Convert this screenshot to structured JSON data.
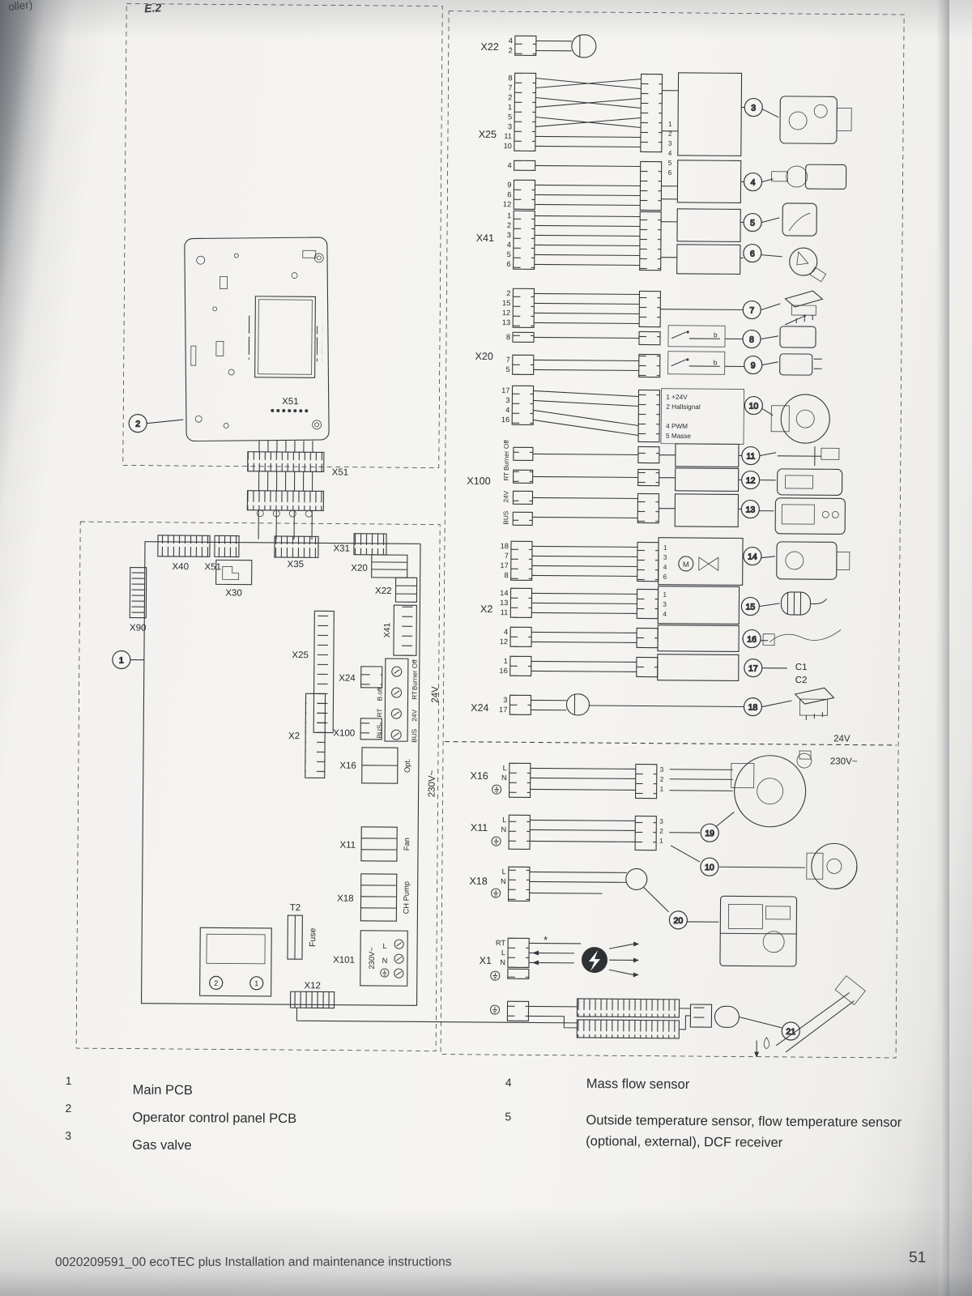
{
  "photo": {
    "prev": "oller)",
    "section": "E.2"
  },
  "footer": {
    "doc": "0020209591_00 ecoTEC plus Installation and maintenance instructions",
    "page": "51"
  },
  "legend": {
    "items": [
      {
        "n": "1",
        "t": "Main PCB"
      },
      {
        "n": "2",
        "t": "Operator control panel PCB"
      },
      {
        "n": "3",
        "t": "Gas valve"
      },
      {
        "n": "4",
        "t": "Mass flow sensor"
      },
      {
        "n": "5",
        "t": "Outside temperature sensor, flow temperature sensor (optional, external), DCF receiver"
      }
    ]
  },
  "labels": {
    "x22": "X22",
    "x25": "X25",
    "x41": "X41",
    "x20": "X20",
    "x100": "X100",
    "x2": "X2",
    "x24": "X24",
    "x16": "X16",
    "x11": "X11",
    "x18": "X18",
    "x1": "X1",
    "x101": "X101",
    "x12": "X12",
    "x30": "X30",
    "x31": "X31",
    "x35": "X35",
    "x40": "X40",
    "x51": "X51",
    "x90": "X90",
    "t2": "T2",
    "fuse": "Fuse"
  },
  "pins": {
    "x22": [
      "4",
      "2"
    ],
    "x25": [
      "8",
      "7",
      "2",
      "1",
      "5",
      "3",
      "11",
      "10",
      "4",
      "9",
      "6",
      "12"
    ],
    "x41": [
      "1",
      "2",
      "3",
      "4",
      "5",
      "6"
    ],
    "x20a": [
      "2",
      "15",
      "12",
      "13"
    ],
    "x20b": [
      "8",
      "7",
      "5"
    ],
    "x20c": [
      "17",
      "3",
      "4",
      "16"
    ],
    "x2a": [
      "18",
      "7",
      "17",
      "8"
    ],
    "x2b": [
      "14",
      "13",
      "11"
    ],
    "x2c": [
      "4",
      "12"
    ],
    "x2d": [
      "1",
      "16"
    ],
    "x24": [
      "3",
      "17"
    ],
    "x16": [
      "L",
      "N"
    ],
    "x11": [
      "L",
      "N"
    ],
    "x18": [
      "L",
      "N"
    ],
    "x1": [
      "RT",
      "L",
      "N"
    ],
    "m25": [
      "1",
      "2",
      "3",
      "4",
      "5",
      "6"
    ],
    "m14": [
      "1",
      "3",
      "4",
      "6"
    ],
    "m15": [
      "1",
      "3",
      "4"
    ],
    "m16": [
      "3",
      "2",
      "1"
    ],
    "m11": [
      "3",
      "2",
      "1"
    ]
  },
  "misc": {
    "hall": [
      "1 +24V",
      "2 Hallsignal",
      "4 PWM",
      "5 Masse"
    ],
    "ebus": [
      "Burner Off",
      "RT",
      "24V",
      "BUS"
    ],
    "ebus_short": [
      "B.off",
      "RT",
      "BUS"
    ],
    "opt": "Opt.",
    "fan": "Fan",
    "chpump": "CH Pump",
    "v24": "24V",
    "v230": "230V~",
    "c1": "C1",
    "c2": "C2",
    "m": "M",
    "star": "*",
    "b": "b"
  },
  "callouts": {
    "n1": "1",
    "n2": "2",
    "n3": "3",
    "n4": "4",
    "n5": "5",
    "n6": "6",
    "n7": "7",
    "n8": "8",
    "n9": "9",
    "n10": "10",
    "n11": "11",
    "n12": "12",
    "n13": "13",
    "n14": "14",
    "n15": "15",
    "n16": "16",
    "n17": "17",
    "n18": "18",
    "n19": "19",
    "n20": "20",
    "n21": "21"
  }
}
